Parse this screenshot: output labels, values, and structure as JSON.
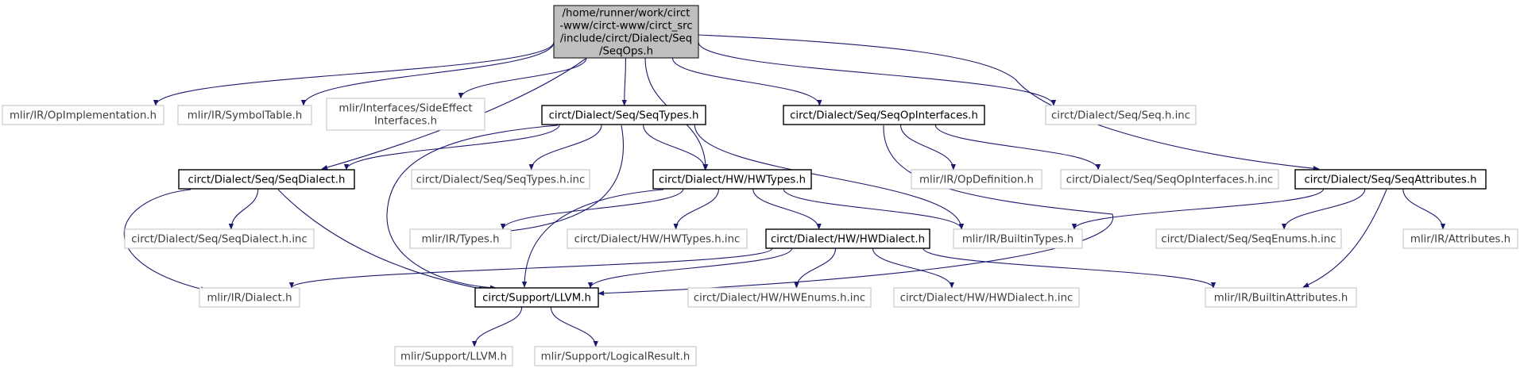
{
  "diagram": {
    "colors": {
      "root_fill": "#bfbfbf",
      "local_border": "#000000",
      "external_border": "#bfbfbf",
      "edge": "#191970"
    },
    "nodes": {
      "root": [
        "/home/runner/work/circt",
        "-www/circt-www/circt_src",
        "/include/circt/Dialect/Seq",
        "/SeqOps.h"
      ],
      "op_impl": [
        "mlir/IR/OpImplementation.h"
      ],
      "symbol_table": [
        "mlir/IR/SymbolTable.h"
      ],
      "side_effect": [
        "mlir/Interfaces/SideEffect",
        "Interfaces.h"
      ],
      "seq_types": [
        "circt/Dialect/Seq/SeqTypes.h"
      ],
      "seq_op_interfaces": [
        "circt/Dialect/Seq/SeqOpInterfaces.h"
      ],
      "seq_h_inc": [
        "circt/Dialect/Seq/Seq.h.inc"
      ],
      "seq_dialect": [
        "circt/Dialect/Seq/SeqDialect.h"
      ],
      "seq_types_inc": [
        "circt/Dialect/Seq/SeqTypes.h.inc"
      ],
      "hw_types": [
        "circt/Dialect/HW/HWTypes.h"
      ],
      "op_definition": [
        "mlir/IR/OpDefinition.h"
      ],
      "seq_op_interfaces_inc": [
        "circt/Dialect/Seq/SeqOpInterfaces.h.inc"
      ],
      "seq_attributes": [
        "circt/Dialect/Seq/SeqAttributes.h"
      ],
      "seq_dialect_inc": [
        "circt/Dialect/Seq/SeqDialect.h.inc"
      ],
      "ir_types": [
        "mlir/IR/Types.h"
      ],
      "hw_types_inc": [
        "circt/Dialect/HW/HWTypes.h.inc"
      ],
      "hw_dialect": [
        "circt/Dialect/HW/HWDialect.h"
      ],
      "builtin_types": [
        "mlir/IR/BuiltinTypes.h"
      ],
      "seq_enums_inc": [
        "circt/Dialect/Seq/SeqEnums.h.inc"
      ],
      "ir_attributes": [
        "mlir/IR/Attributes.h"
      ],
      "ir_dialect": [
        "mlir/IR/Dialect.h"
      ],
      "support_llvm": [
        "circt/Support/LLVM.h"
      ],
      "hw_enums_inc": [
        "circt/Dialect/HW/HWEnums.h.inc"
      ],
      "hw_dialect_inc": [
        "circt/Dialect/HW/HWDialect.h.inc"
      ],
      "builtin_attributes": [
        "mlir/IR/BuiltinAttributes.h"
      ],
      "mlir_support_llvm": [
        "mlir/Support/LLVM.h"
      ],
      "logical_result": [
        "mlir/Support/LogicalResult.h"
      ]
    },
    "edges": [
      [
        "root",
        "op_impl"
      ],
      [
        "root",
        "symbol_table"
      ],
      [
        "root",
        "side_effect"
      ],
      [
        "root",
        "seq_types"
      ],
      [
        "root",
        "hw_types"
      ],
      [
        "root",
        "seq_op_interfaces"
      ],
      [
        "root",
        "seq_h_inc"
      ],
      [
        "root",
        "seq_dialect"
      ],
      [
        "root",
        "seq_attributes"
      ],
      [
        "seq_types",
        "seq_dialect"
      ],
      [
        "seq_types",
        "seq_types_inc"
      ],
      [
        "seq_types",
        "hw_types"
      ],
      [
        "seq_types",
        "ir_types"
      ],
      [
        "seq_types",
        "builtin_types"
      ],
      [
        "seq_types",
        "support_llvm"
      ],
      [
        "seq_op_interfaces",
        "op_definition"
      ],
      [
        "seq_op_interfaces",
        "seq_op_interfaces_inc"
      ],
      [
        "seq_op_interfaces",
        "support_llvm"
      ],
      [
        "seq_dialect",
        "seq_dialect_inc"
      ],
      [
        "seq_dialect",
        "ir_dialect"
      ],
      [
        "seq_dialect",
        "support_llvm"
      ],
      [
        "hw_types",
        "ir_types"
      ],
      [
        "hw_types",
        "hw_types_inc"
      ],
      [
        "hw_types",
        "hw_dialect"
      ],
      [
        "hw_types",
        "builtin_types"
      ],
      [
        "hw_types",
        "support_llvm"
      ],
      [
        "seq_attributes",
        "builtin_types"
      ],
      [
        "seq_attributes",
        "seq_enums_inc"
      ],
      [
        "seq_attributes",
        "ir_attributes"
      ],
      [
        "seq_attributes",
        "builtin_attributes"
      ],
      [
        "hw_dialect",
        "ir_dialect"
      ],
      [
        "hw_dialect",
        "support_llvm"
      ],
      [
        "hw_dialect",
        "hw_enums_inc"
      ],
      [
        "hw_dialect",
        "hw_dialect_inc"
      ],
      [
        "hw_dialect",
        "builtin_attributes"
      ],
      [
        "support_llvm",
        "mlir_support_llvm"
      ],
      [
        "support_llvm",
        "logical_result"
      ]
    ]
  }
}
